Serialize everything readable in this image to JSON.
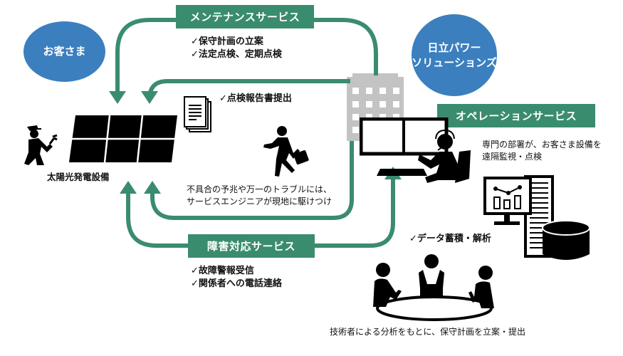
{
  "colors": {
    "green": "#3a8c6e",
    "blue": "#3b7fbf",
    "gray_building": "#c3c3c3",
    "icon_black": "#000000"
  },
  "customer": {
    "label": "お客さま"
  },
  "company": {
    "line1": "日立パワー",
    "line2": "ソリューションズ"
  },
  "maintenance": {
    "title": "メンテナンスサービス",
    "items": [
      "✓保守計画の立案",
      "✓法定点検、定期点検"
    ]
  },
  "report": {
    "label": "✓点検報告書提出"
  },
  "engineer": {
    "line1": "不具合の予兆や万一のトラブルには、",
    "line2": "サービスエンジニアが現地に駆けつけ"
  },
  "solar": {
    "label": "太陽光発電設備"
  },
  "operation": {
    "title": "オペレーションサービス",
    "line1": "専門の部署が、お客さま設備を",
    "line2": "遠隔監視・点検"
  },
  "failure": {
    "title": "障害対応サービス",
    "items": [
      "✓故障警報受信",
      "✓関係者への電話連絡"
    ]
  },
  "data_analysis": {
    "label": "✓データ蓄積・解析"
  },
  "meeting": {
    "caption": "技術者による分析をもとに、保守計画を立案・提出"
  },
  "icons": {
    "worker": "worker-with-wrench-icon",
    "solar_panel": "solar-panel-icon",
    "documents": "document-stack-icon",
    "runner": "running-businessman-icon",
    "building": "office-building-icon",
    "operator": "operator-at-monitors-icon",
    "analytics": "analytics-monitor-icon",
    "server": "server-rack-icon",
    "database": "database-icon",
    "meeting": "meeting-table-icon"
  }
}
